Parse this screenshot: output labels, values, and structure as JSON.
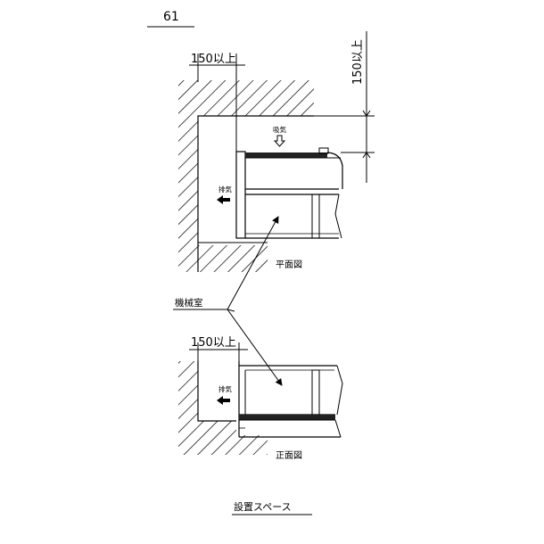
{
  "page_number": "61",
  "dimensions": {
    "top_side_clearance": "150以上",
    "top_back_clearance": "150以上",
    "bottom_side_clearance": "150以上"
  },
  "labels": {
    "intake": "吸気",
    "exhaust_top": "排気",
    "exhaust_bottom": "排気",
    "plan_view": "平面図",
    "machine_room": "機械室",
    "front_view": "正面図",
    "caption": "設置スペース"
  }
}
